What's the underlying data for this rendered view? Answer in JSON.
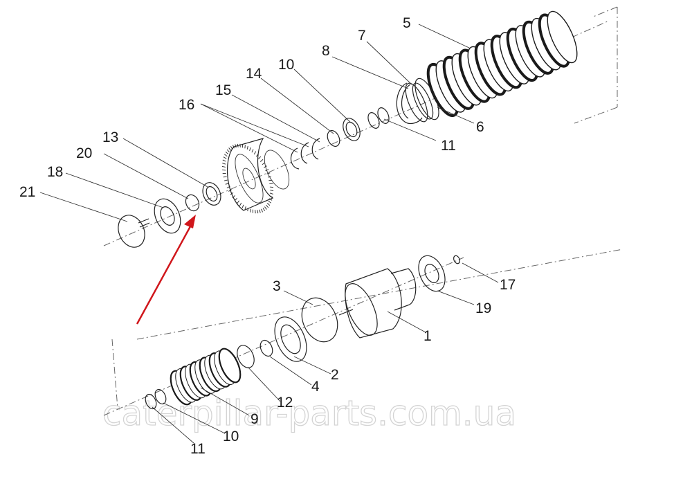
{
  "diagram": {
    "labels": {
      "l1": "1",
      "l2": "2",
      "l3": "3",
      "l4": "4",
      "l5": "5",
      "l6": "6",
      "l7": "7",
      "l8": "8",
      "l9": "9",
      "l10a": "10",
      "l10b": "10",
      "l11a": "11",
      "l11b": "11",
      "l12": "12",
      "l13": "13",
      "l14": "14",
      "l15": "15",
      "l16": "16",
      "l17": "17",
      "l18": "18",
      "l19": "19",
      "l20": "20",
      "l21": "21"
    },
    "watermark": "caterpillar-parts.com.ua",
    "colors": {
      "arrow": "#d0161b",
      "line": "#222222",
      "watermark": "#d4d4d4"
    }
  }
}
